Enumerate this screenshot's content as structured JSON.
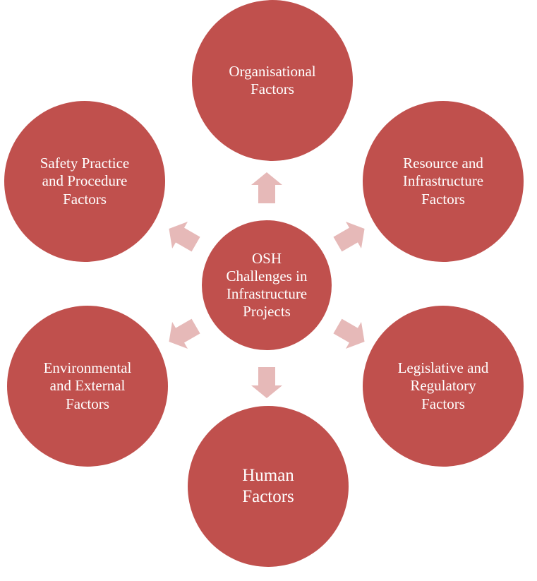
{
  "colors": {
    "node_fill": "#c0504d",
    "arrow_fill": "#e6b9b8",
    "text": "#ffffff"
  },
  "diagram": {
    "center": {
      "label": "OSH\nChallenges in\nInfrastructure\nProjects"
    },
    "nodes": [
      {
        "id": "organisational",
        "label": "Organisational\nFactors"
      },
      {
        "id": "resource",
        "label": "Resource and\nInfrastructure\nFactors"
      },
      {
        "id": "legislative",
        "label": "Legislative and\nRegulatory\nFactors"
      },
      {
        "id": "human",
        "label": "Human\nFactors"
      },
      {
        "id": "environmental",
        "label": "Environmental\nand External\nFactors"
      },
      {
        "id": "safety",
        "label": "Safety Practice\nand Procedure\nFactors"
      }
    ],
    "arrows": [
      {
        "from": "center",
        "to": "organisational",
        "direction": "up"
      },
      {
        "from": "center",
        "to": "resource",
        "direction": "up-right"
      },
      {
        "from": "center",
        "to": "legislative",
        "direction": "down-right"
      },
      {
        "from": "center",
        "to": "human",
        "direction": "down"
      },
      {
        "from": "center",
        "to": "environmental",
        "direction": "down-left"
      },
      {
        "from": "center",
        "to": "safety",
        "direction": "up-left"
      }
    ]
  }
}
